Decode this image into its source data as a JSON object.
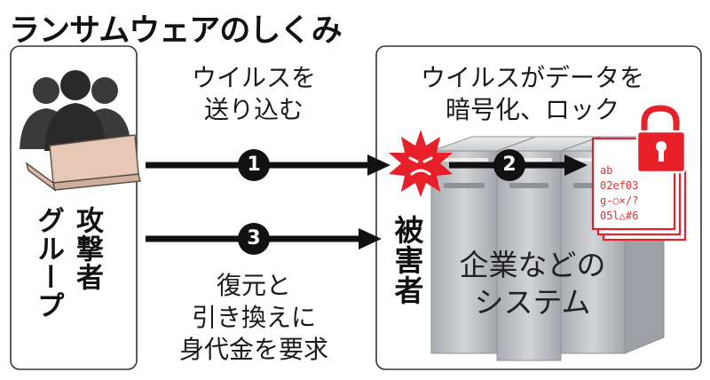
{
  "title": "ランサムウェアのしくみ",
  "attacker": {
    "label": "攻撃者グループ",
    "line1": "攻撃者",
    "line2": "グループ"
  },
  "victim": {
    "label": "被害者",
    "system_label_line1": "企業などの",
    "system_label_line2": "システム"
  },
  "steps": [
    {
      "number": "1",
      "caption_lines": [
        "ウイルスを",
        "送り込む"
      ]
    },
    {
      "number": "2",
      "caption_lines": [
        "ウイルスがデータを",
        "暗号化、ロック"
      ]
    },
    {
      "number": "3",
      "caption_lines": [
        "復元と",
        "引き換えに",
        "身代金を要求"
      ]
    }
  ],
  "encrypted_doc_lines": [
    "ab",
    "02ef03",
    "g-○×/?",
    "05l△#6"
  ],
  "colors": {
    "arrow": "#111111",
    "virus_red": "#e8202a",
    "lock_red": "#e8202a",
    "doc_text_red": "#e03030",
    "laptop": "#e7c8b7",
    "server": "#b9bcc0"
  },
  "icons": [
    "people-silhouette-icon",
    "laptop-icon",
    "virus-icon",
    "server-rack-icon",
    "lock-icon",
    "document-stack-icon"
  ]
}
